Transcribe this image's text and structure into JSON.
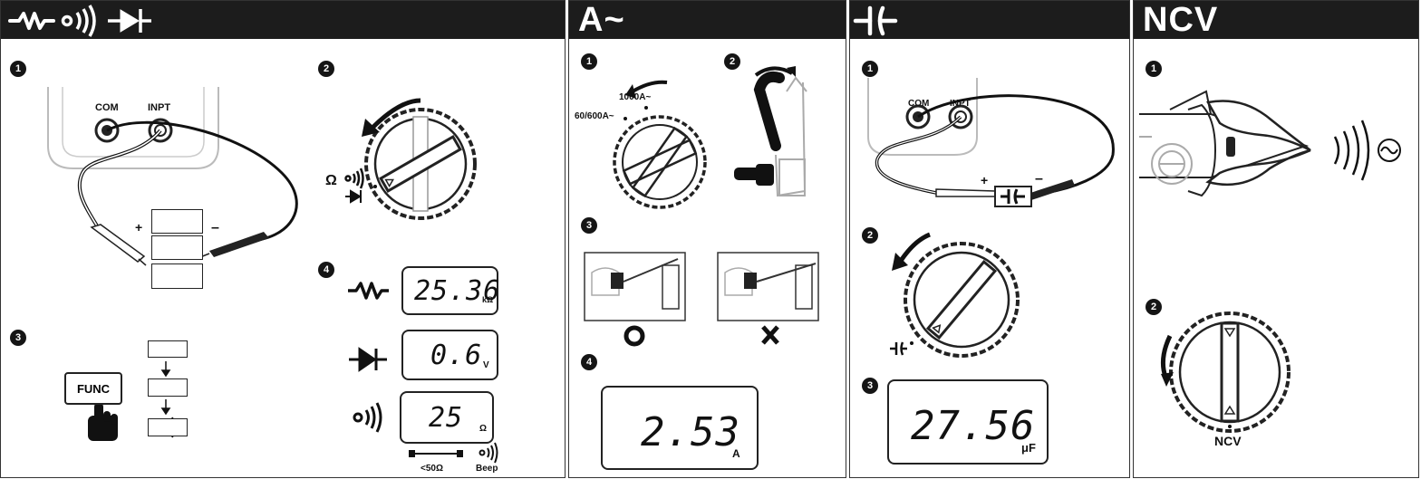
{
  "panels": {
    "res": {
      "steps": [
        "1",
        "2",
        "3",
        "4"
      ],
      "com_label": "COM",
      "inpt_label": "INPT",
      "plus": "+",
      "minus": "–",
      "func_label": "FUNC",
      "omega_label": "Ω",
      "readings": [
        {
          "value": "25.36",
          "unit": "kΩ"
        },
        {
          "value": "0.6",
          "unit": "V"
        },
        {
          "value": "25",
          "unit": "Ω"
        }
      ],
      "threshold_label": "<50Ω",
      "beep_label": "Beep"
    },
    "ac": {
      "title": "A~",
      "steps": [
        "1",
        "2",
        "3",
        "4"
      ],
      "range_1000": "1000A~",
      "range_60": "60/600A~",
      "reading": {
        "value": "2.53",
        "unit": "A"
      }
    },
    "cap": {
      "steps": [
        "1",
        "2",
        "3"
      ],
      "com_label": "COM",
      "inpt_label": "INPT",
      "plus": "+",
      "minus": "–",
      "reading": {
        "value": "27.56",
        "unit": "μF"
      }
    },
    "ncv": {
      "title": "NCV",
      "steps": [
        "1",
        "2"
      ],
      "dial_label": "NCV"
    }
  }
}
